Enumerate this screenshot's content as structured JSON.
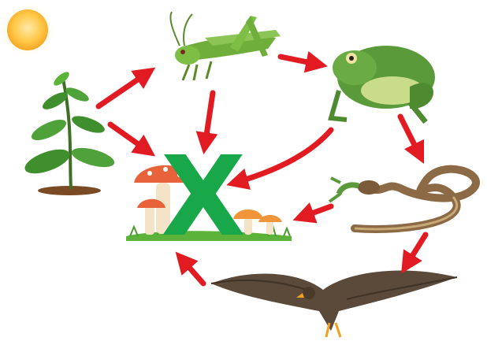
{
  "overlay_mark": "X",
  "colors": {
    "arrow": "#e21b23",
    "x_mark": "#18a84a",
    "sun": "#ffc94a",
    "plant": "#3f8f2e",
    "grasshopper": "#6fae3b",
    "frog": "#5b9a3a",
    "snake": "#8b6a45",
    "eagle": "#5b4a3a",
    "mushroom_cap": "#e8623a",
    "grass": "#5bb33a"
  },
  "organisms": [
    {
      "id": "sun",
      "icon": "sun-icon"
    },
    {
      "id": "plant",
      "icon": "plant-icon"
    },
    {
      "id": "grasshopper",
      "icon": "grasshopper-icon"
    },
    {
      "id": "frog",
      "icon": "frog-icon"
    },
    {
      "id": "snake",
      "icon": "snake-icon"
    },
    {
      "id": "eagle",
      "icon": "eagle-icon"
    },
    {
      "id": "mushrooms",
      "icon": "mushroom-decomposer-icon"
    }
  ],
  "links": [
    {
      "from": "plant",
      "to": "grasshopper"
    },
    {
      "from": "grasshopper",
      "to": "frog"
    },
    {
      "from": "frog",
      "to": "snake"
    },
    {
      "from": "snake",
      "to": "eagle"
    },
    {
      "from": "plant",
      "to": "mushrooms"
    },
    {
      "from": "grasshopper",
      "to": "mushrooms"
    },
    {
      "from": "frog",
      "to": "mushrooms"
    },
    {
      "from": "snake",
      "to": "mushrooms"
    },
    {
      "from": "eagle",
      "to": "mushrooms"
    }
  ]
}
